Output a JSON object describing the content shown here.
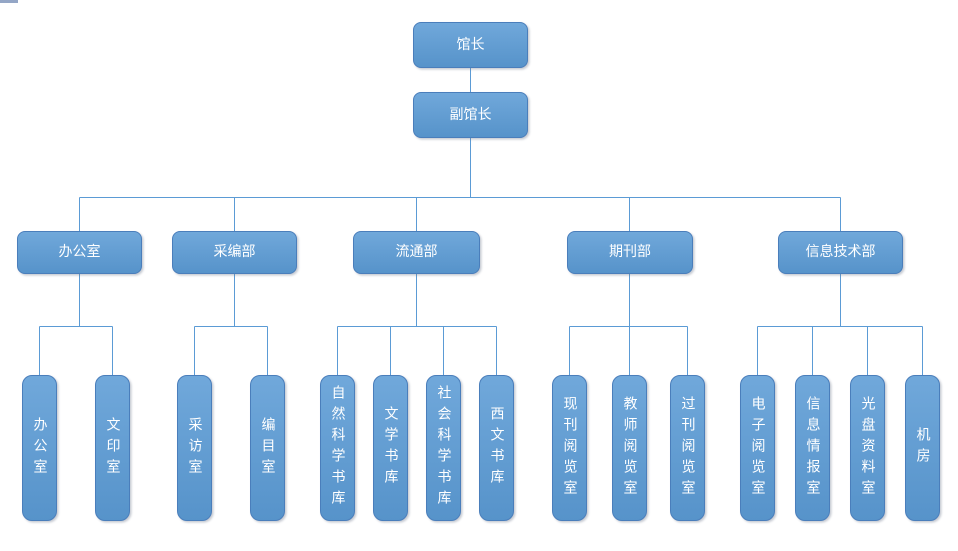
{
  "org": {
    "root": {
      "label": "馆长"
    },
    "deputy": {
      "label": "副馆长"
    },
    "departments": [
      {
        "label": "办公室",
        "children": [
          "办公室",
          "文印室"
        ]
      },
      {
        "label": "采编部",
        "children": [
          "采访室",
          "编目室"
        ]
      },
      {
        "label": "流通部",
        "children": [
          "自然科学书库",
          "文学书库",
          "社会科学书库",
          "西文书库"
        ]
      },
      {
        "label": "期刊部",
        "children": [
          "现刊阅览室",
          "教师阅览室",
          "过刊阅览室"
        ]
      },
      {
        "label": "信息技术部",
        "children": [
          "电子阅览室",
          "信息情报室",
          "光盘资料室",
          "机房"
        ]
      }
    ]
  },
  "colors": {
    "node_fill": "#5B9BD5",
    "node_border": "#4A7EBB",
    "connector": "#5B9BD5",
    "text": "#FFFFFF",
    "artifact_bar": "#94A6C6"
  }
}
